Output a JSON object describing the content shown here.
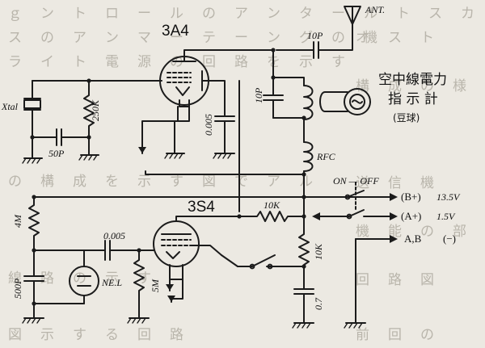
{
  "tubes": {
    "oscillator": "3A4",
    "modulator": "3S4"
  },
  "antenna": {
    "label": "ANT."
  },
  "meter": {
    "title_line1": "空中線電力",
    "title_line2": "指 示 計",
    "title_line3": "(豆球)"
  },
  "components": {
    "crystal": "Xtal",
    "r_250k": "250K",
    "c_50p": "50P",
    "c_0005_upper": "0.005",
    "c_10p_top": "10P",
    "c_10p_side": "10P",
    "rfc": "RFC",
    "r_10k_h": "10K",
    "r_10k_v": "10K",
    "r_4m": "4M",
    "c_0005_lower": "0.005",
    "c_500p": "500P",
    "neon": "NE.L",
    "r_5m": "5M",
    "c_07": "0.7"
  },
  "switch": {
    "label": "ON — OFF"
  },
  "outputs": [
    {
      "terminal": "(B+)",
      "value": "13.5V"
    },
    {
      "terminal": "(A+)",
      "value": "1.5V"
    },
    {
      "terminal": "A,B",
      "value": "(−)"
    }
  ]
}
